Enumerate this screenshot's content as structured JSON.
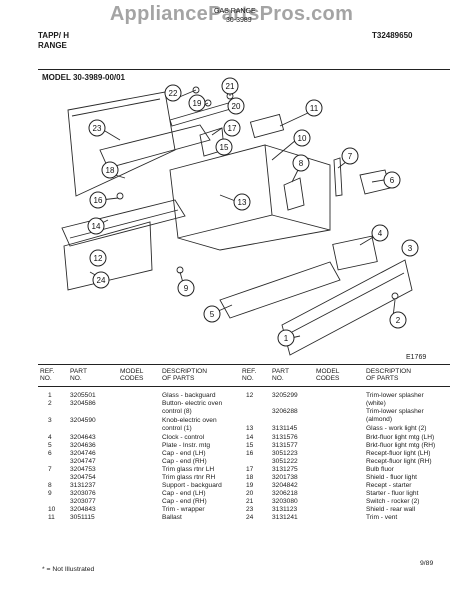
{
  "watermark": "AppliancePartsPros.com",
  "header": {
    "title_line1": "GAS RANGE",
    "title_line2": "30-3989",
    "brand_line1": "TAPP/ H",
    "brand_line2": "RANGE",
    "doc_code": "T32489650",
    "model": "MODEL 30-3989-00/01"
  },
  "diagram": {
    "figure_id": "E1769",
    "callouts": [
      "1",
      "2",
      "3",
      "4",
      "5",
      "6",
      "7",
      "8",
      "9",
      "10",
      "11",
      "12",
      "13",
      "14",
      "15",
      "16",
      "17",
      "18",
      "19",
      "20",
      "21",
      "22",
      "23",
      "24"
    ]
  },
  "table": {
    "headers": {
      "ref": "REF. NO.",
      "part": "PART NO.",
      "model": "MODEL CODES",
      "desc": "DESCRIPTION OF PARTS"
    },
    "left": [
      {
        "ref": "1",
        "part": "3205501",
        "desc": "Glass - backguard"
      },
      {
        "ref": "2",
        "part": "3204586",
        "desc": "Button- electric oven"
      },
      {
        "ref": "",
        "part": "",
        "desc": "control (8)"
      },
      {
        "ref": "3",
        "part": "3204590",
        "desc": "Knob-electric oven"
      },
      {
        "ref": "",
        "part": "",
        "desc": "control (1)"
      },
      {
        "ref": "4",
        "part": "3204643",
        "desc": "Clock - control"
      },
      {
        "ref": "5",
        "part": "3204636",
        "desc": "Plate - Instr. mtg"
      },
      {
        "ref": "6",
        "part": "3204746",
        "desc": "Cap - end (LH)"
      },
      {
        "ref": "",
        "part": "3204747",
        "desc": "Cap - end (RH)"
      },
      {
        "ref": "7",
        "part": "3204753",
        "desc": "Trim glass rtnr LH"
      },
      {
        "ref": "",
        "part": "3204754",
        "desc": "Trim glass rtnr RH"
      },
      {
        "ref": "8",
        "part": "3131237",
        "desc": "Support - backguard"
      },
      {
        "ref": "9",
        "part": "3203076",
        "desc": "Cap - end (LH)"
      },
      {
        "ref": "",
        "part": "3203077",
        "desc": "Cap - end (RH)"
      },
      {
        "ref": "10",
        "part": "3204843",
        "desc": "Trim - wrapper"
      },
      {
        "ref": "11",
        "part": "3051115",
        "desc": "Ballast"
      }
    ],
    "right": [
      {
        "ref": "12",
        "part": "3205299",
        "desc": "Trim-lower splasher"
      },
      {
        "ref": "",
        "part": "",
        "desc": "(white)"
      },
      {
        "ref": "",
        "part": "3206288",
        "desc": "Trim-lower splasher"
      },
      {
        "ref": "",
        "part": "",
        "desc": "(almond)"
      },
      {
        "ref": "13",
        "part": "3131145",
        "desc": "Glass - work light (2)"
      },
      {
        "ref": "14",
        "part": "3131576",
        "desc": "Brkt-fluor light mtg (LH)"
      },
      {
        "ref": "15",
        "part": "3131577",
        "desc": "Brkt-fluor light mtg (RH)"
      },
      {
        "ref": "16",
        "part": "3051223",
        "desc": "Recept-fluor light (LH)"
      },
      {
        "ref": "",
        "part": "3051222",
        "desc": "Recept-fluor light (RH)"
      },
      {
        "ref": "17",
        "part": "3131275",
        "desc": "Bulb fluor"
      },
      {
        "ref": "18",
        "part": "3201738",
        "desc": "Shield - fluor light"
      },
      {
        "ref": "19",
        "part": "3204842",
        "desc": "Recept - starter"
      },
      {
        "ref": "20",
        "part": "3206218",
        "desc": "Starter - fluor light"
      },
      {
        "ref": "21",
        "part": "3203080",
        "desc": "Switch - rocker (2)"
      },
      {
        "ref": "23",
        "part": "3131123",
        "desc": "Shield - rear wall"
      },
      {
        "ref": "24",
        "part": "3131241",
        "desc": "Trim - vent"
      }
    ]
  },
  "footer": {
    "not_illustrated": "* = Not Illustrated",
    "date": "9/89"
  }
}
